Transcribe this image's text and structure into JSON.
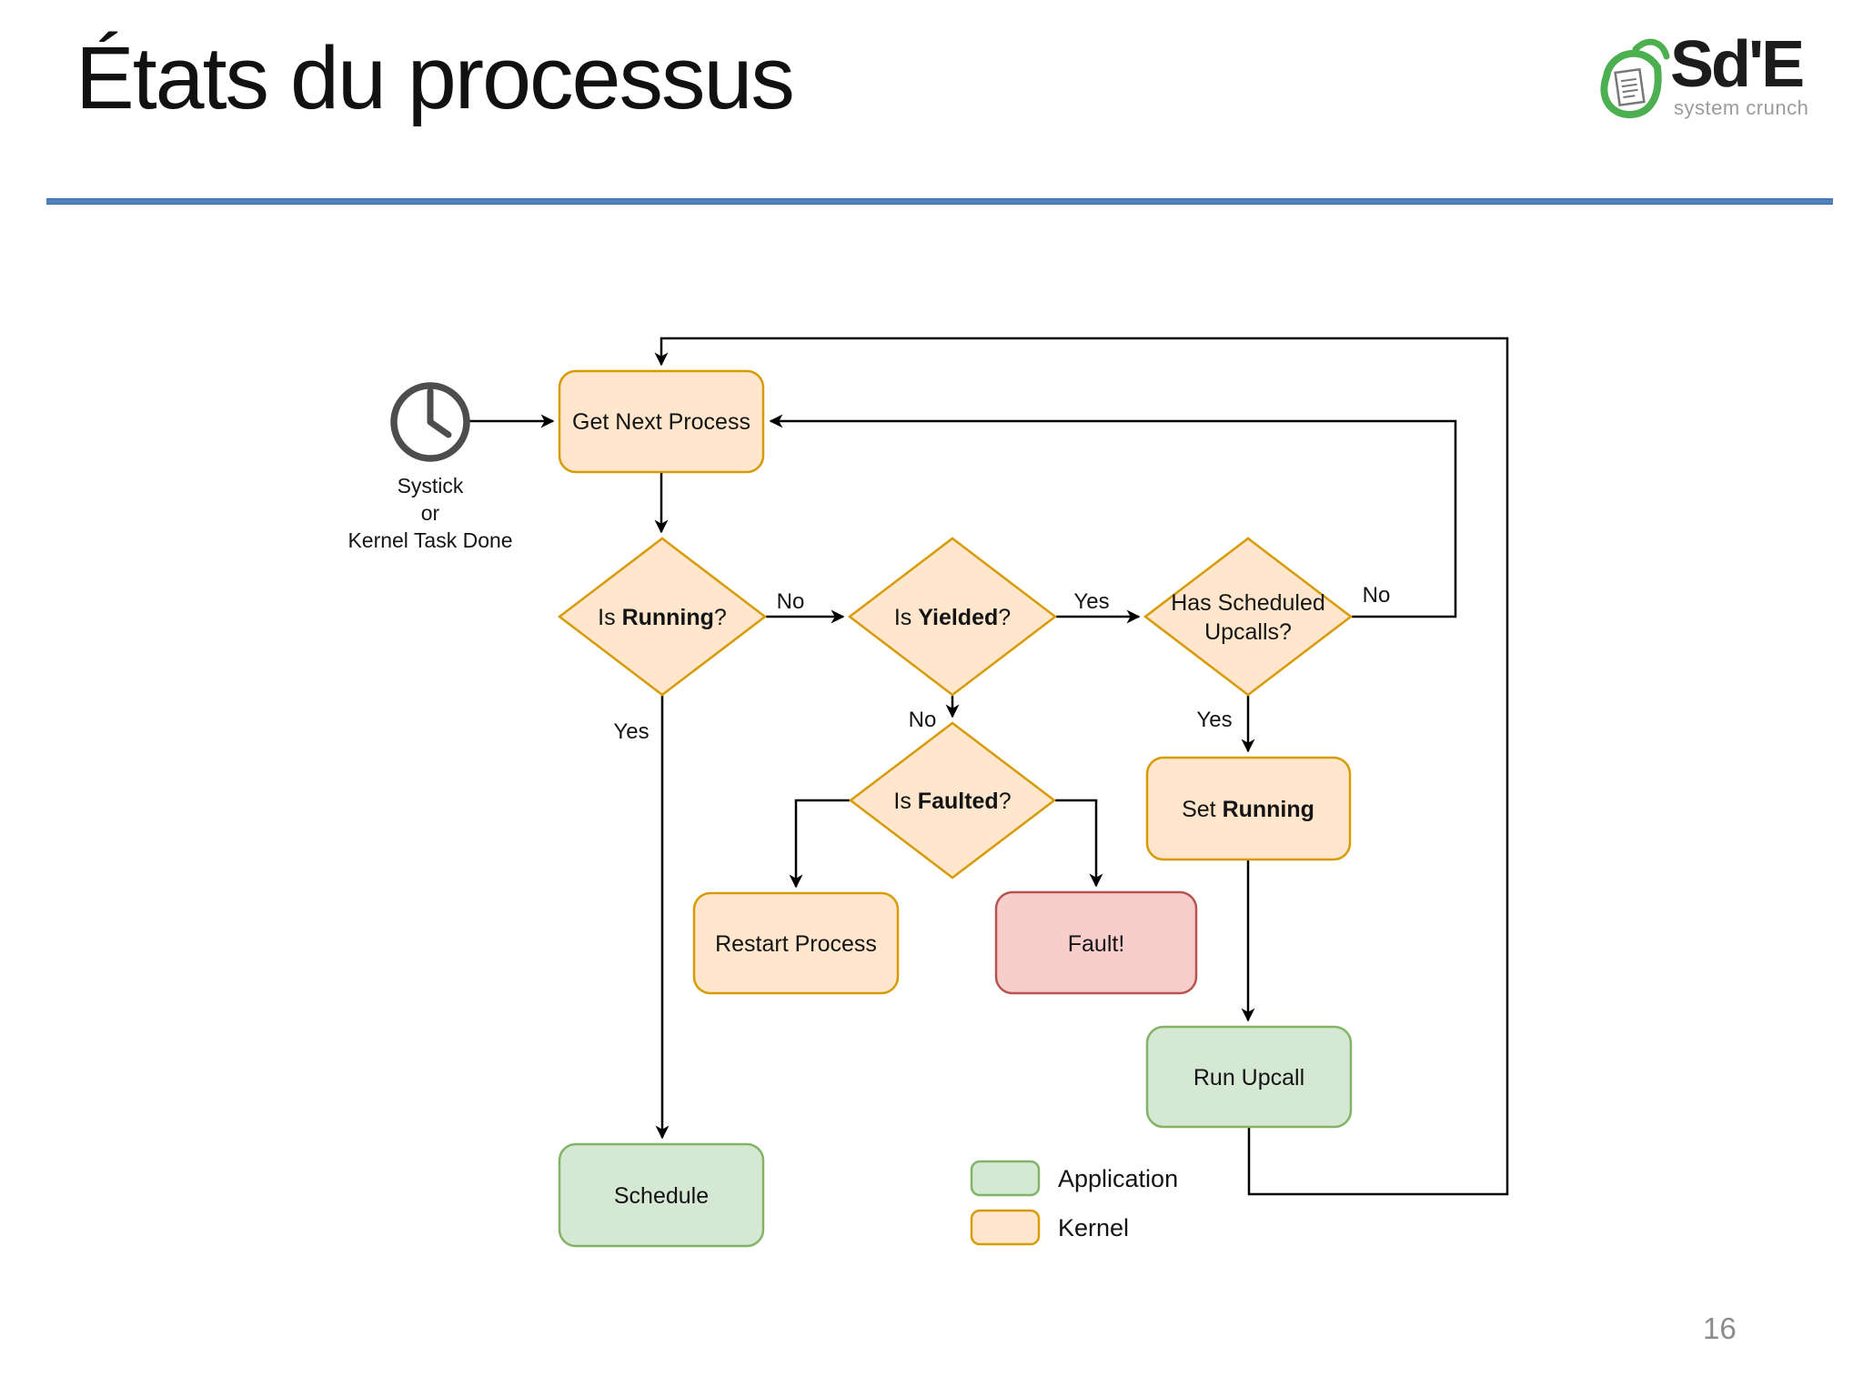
{
  "slide": {
    "title": "États du processus",
    "page_number": "16",
    "accent_color": "#4E81BD",
    "background_color": "#FFFFFF"
  },
  "logo": {
    "brand": "Sd'E",
    "tagline": "system crunch",
    "acorn_color": "#4CAF50"
  },
  "flowchart": {
    "colors": {
      "kernel_fill": "#FFE6CC",
      "kernel_stroke": "#D79B00",
      "application_fill": "#D5E8D4",
      "application_stroke": "#82B366",
      "fault_fill": "#F8CECC",
      "fault_stroke": "#B85450",
      "line_color": "#000000",
      "clock_icon_color": "#4D4D4D"
    },
    "start": {
      "icon": "clock-icon",
      "label_lines": [
        "Systick",
        "or",
        "Kernel Task Done"
      ]
    },
    "nodes": {
      "get_next_process": {
        "label": "Get Next Process",
        "type": "kernel",
        "shape": "rounded-rect"
      },
      "is_running": {
        "pre": "Is ",
        "bold": "Running",
        "post": "?",
        "type": "kernel",
        "shape": "diamond"
      },
      "is_yielded": {
        "pre": "Is ",
        "bold": "Yielded",
        "post": "?",
        "type": "kernel",
        "shape": "diamond"
      },
      "has_scheduled_upcalls": {
        "line1": "Has Scheduled",
        "line2": "Upcalls?",
        "type": "kernel",
        "shape": "diamond"
      },
      "is_faulted": {
        "pre": "Is ",
        "bold": "Faulted",
        "post": "?",
        "type": "kernel",
        "shape": "diamond"
      },
      "restart_process": {
        "label": "Restart Process",
        "type": "kernel",
        "shape": "rounded-rect"
      },
      "fault": {
        "label": "Fault!",
        "type": "fault",
        "shape": "rounded-rect"
      },
      "set_running": {
        "pre": "Set ",
        "bold": "Running",
        "type": "kernel",
        "shape": "rounded-rect"
      },
      "run_upcall": {
        "label": "Run Upcall",
        "type": "application",
        "shape": "rounded-rect"
      },
      "schedule": {
        "label": "Schedule",
        "type": "application",
        "shape": "rounded-rect"
      }
    },
    "edge_labels": {
      "running_no": "No",
      "running_yes": "Yes",
      "yielded_yes": "Yes",
      "yielded_no": "No",
      "upcalls_no": "No",
      "upcalls_yes": "Yes"
    }
  },
  "legend": {
    "items": [
      {
        "label": "Application",
        "fill": "#D5E8D4",
        "stroke": "#82B366"
      },
      {
        "label": "Kernel",
        "fill": "#FFE6CC",
        "stroke": "#D79B00"
      }
    ]
  }
}
